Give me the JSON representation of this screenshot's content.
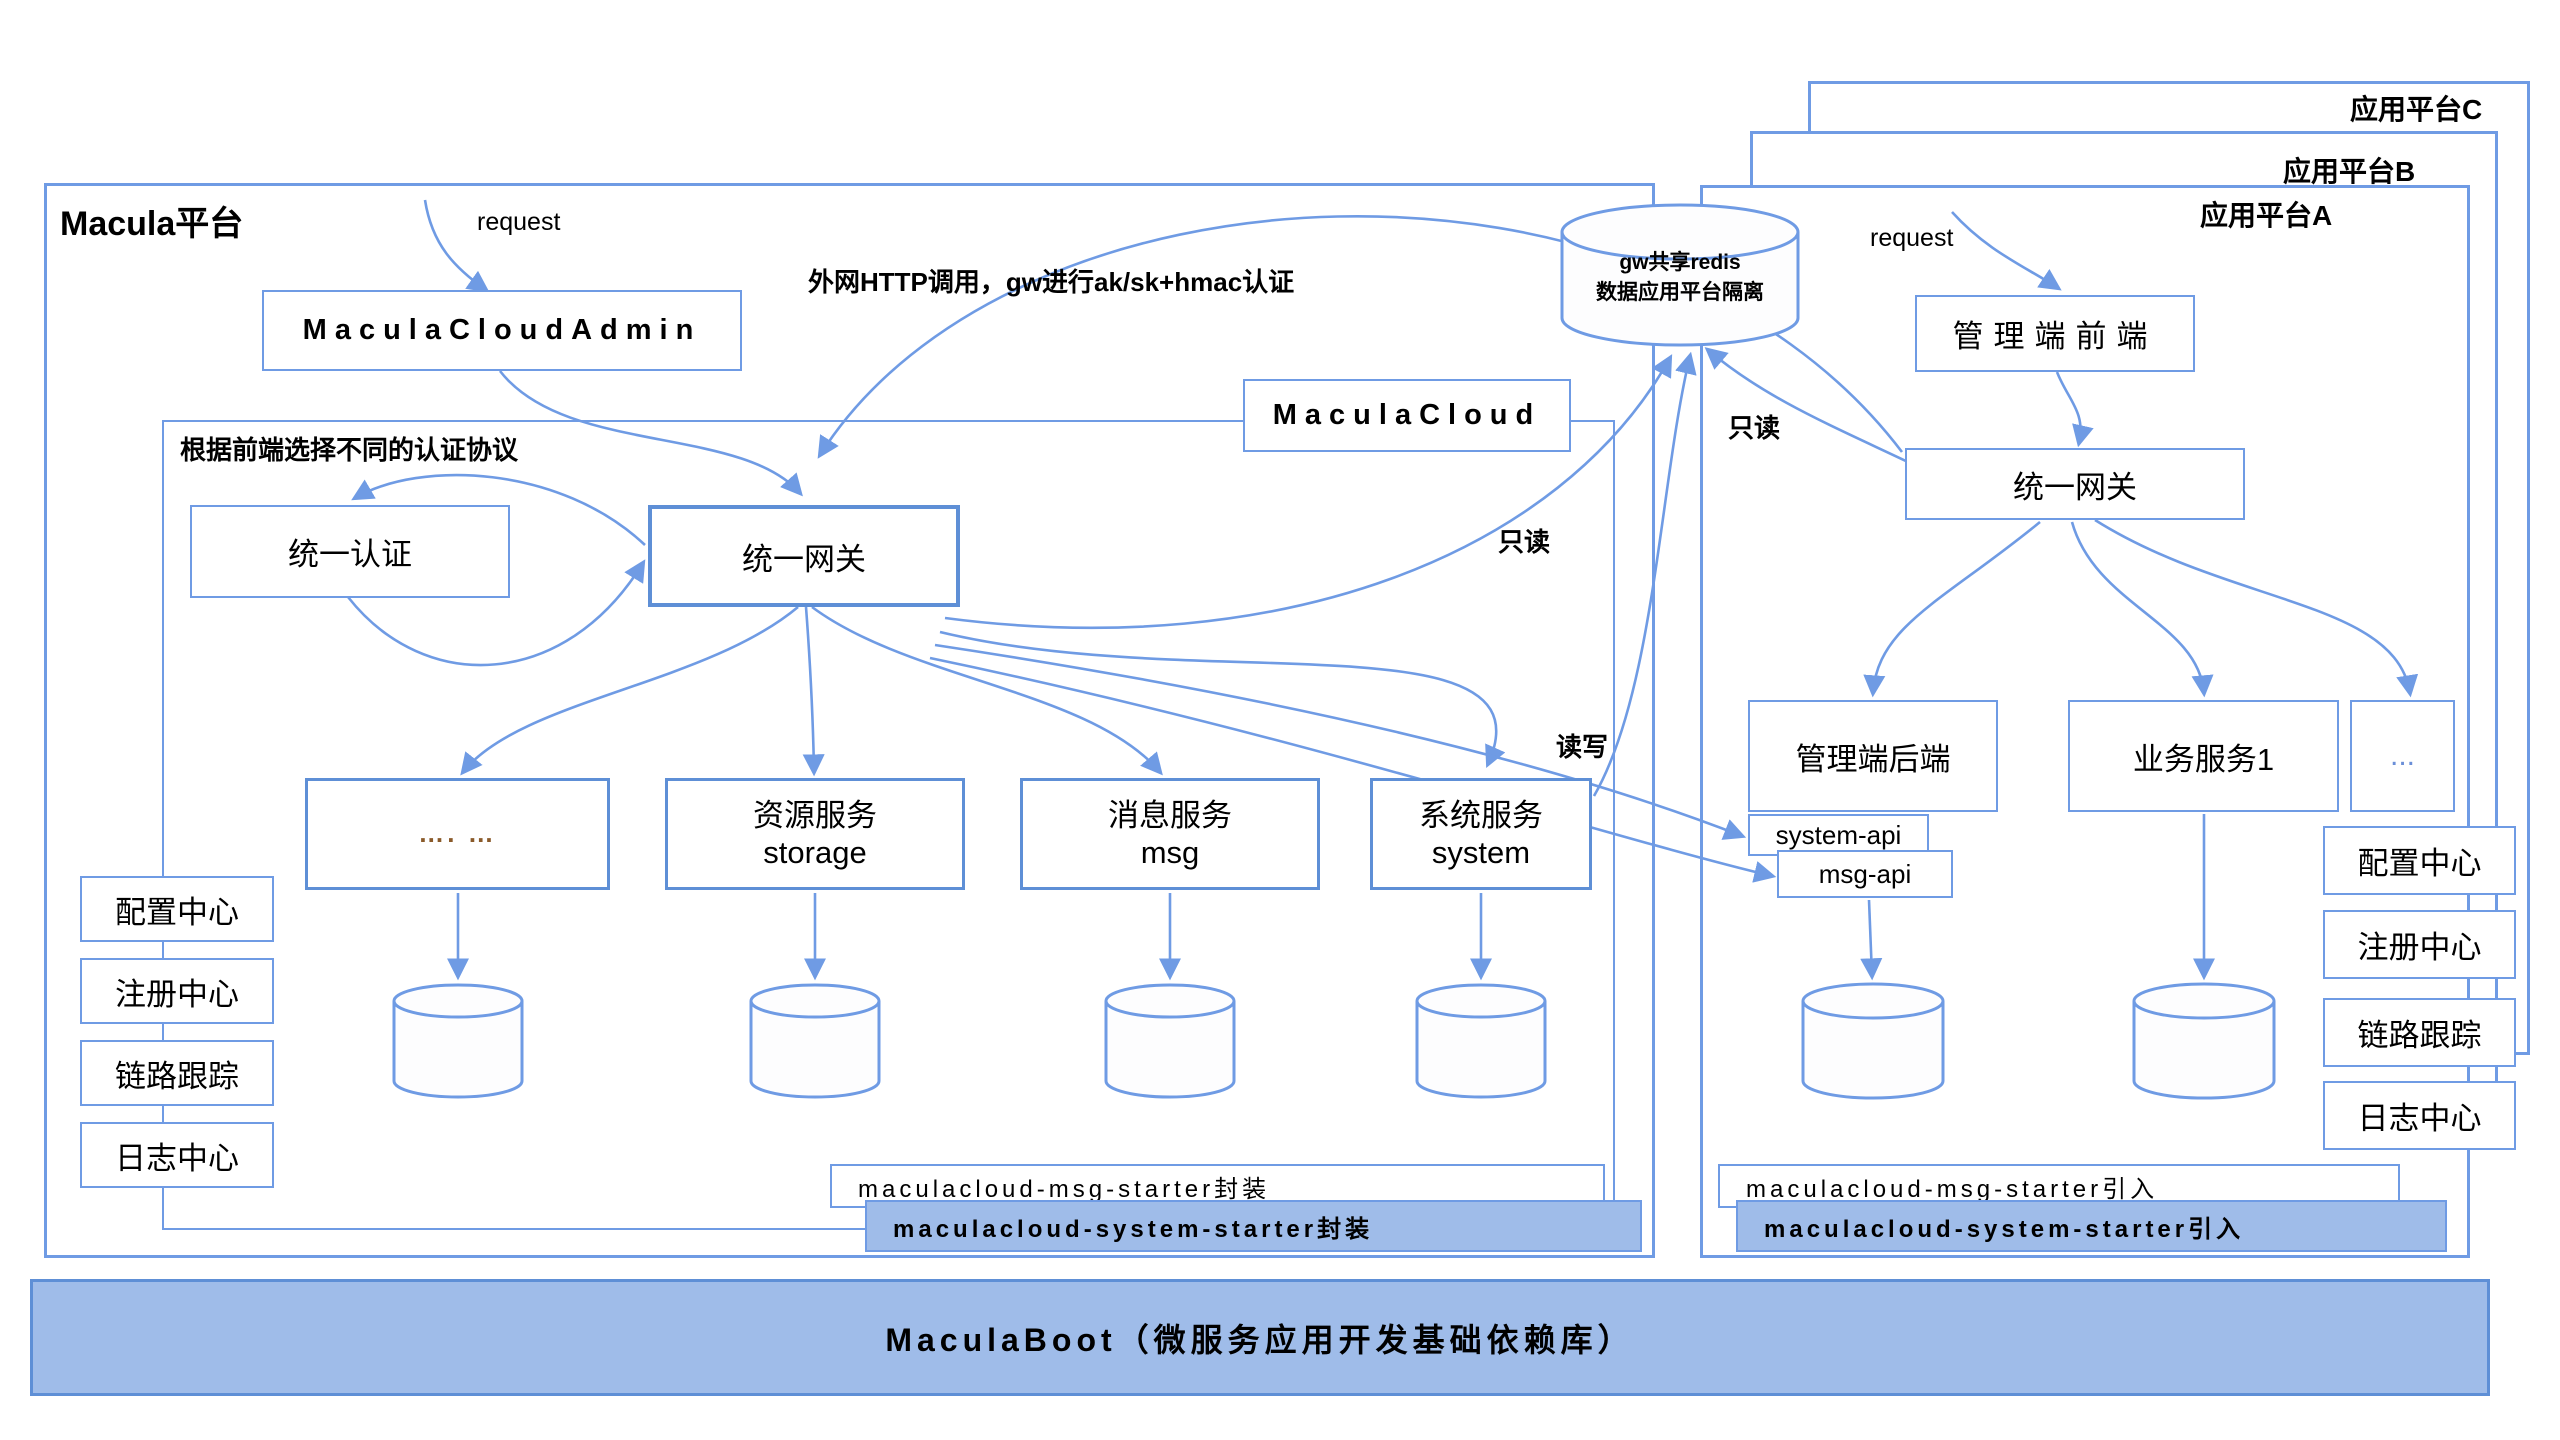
{
  "colors": {
    "line": "#6f9be4",
    "line_strong": "#5e8fd6",
    "bar_fill": "#9fbce9",
    "dots_text": "#8a5a2a",
    "text": "#000000"
  },
  "macula": {
    "title": "Macula平台",
    "request_label": "request",
    "admin_box": "MaculaCloudAdmin",
    "http_note": "外网HTTP调用，gw进行ak/sk+hmac认证",
    "auth_note": "根据前端选择不同的认证协议",
    "auth_box": "统一认证",
    "gateway_box": "统一网关",
    "cloud_box": "MaculaCloud",
    "service_dots": "…. …",
    "services": [
      {
        "line1": "资源服务",
        "line2": "storage"
      },
      {
        "line1": "消息服务",
        "line2": "msg"
      },
      {
        "line1": "系统服务",
        "line2": "system"
      }
    ],
    "sidebar": [
      "配置中心",
      "注册中心",
      "链路跟踪",
      "日志中心"
    ],
    "bars": {
      "msg": "maculacloud-msg-starter封装",
      "system": "maculacloud-system-starter封装"
    }
  },
  "redis": {
    "line1": "gw共享redis",
    "line2": "数据应用平台隔离"
  },
  "edge_labels": {
    "readonly_left": "只读",
    "readonly_right": "只读",
    "readwrite": "读写"
  },
  "platforms": {
    "a": "应用平台A",
    "b": "应用平台B",
    "c": "应用平台C",
    "request_label": "request",
    "frontend": "管理端前端",
    "gateway": "统一网关",
    "backend": "管理端后端",
    "biz": "业务服务1",
    "more": "...",
    "system_api": "system-api",
    "msg_api": "msg-api",
    "sidebar": [
      "配置中心",
      "注册中心",
      "链路跟踪",
      "日志中心"
    ],
    "bars": {
      "msg": "maculacloud-msg-starter引入",
      "system": "maculacloud-system-starter引入"
    }
  },
  "boot_bar": "MaculaBoot（微服务应用开发基础依赖库）"
}
